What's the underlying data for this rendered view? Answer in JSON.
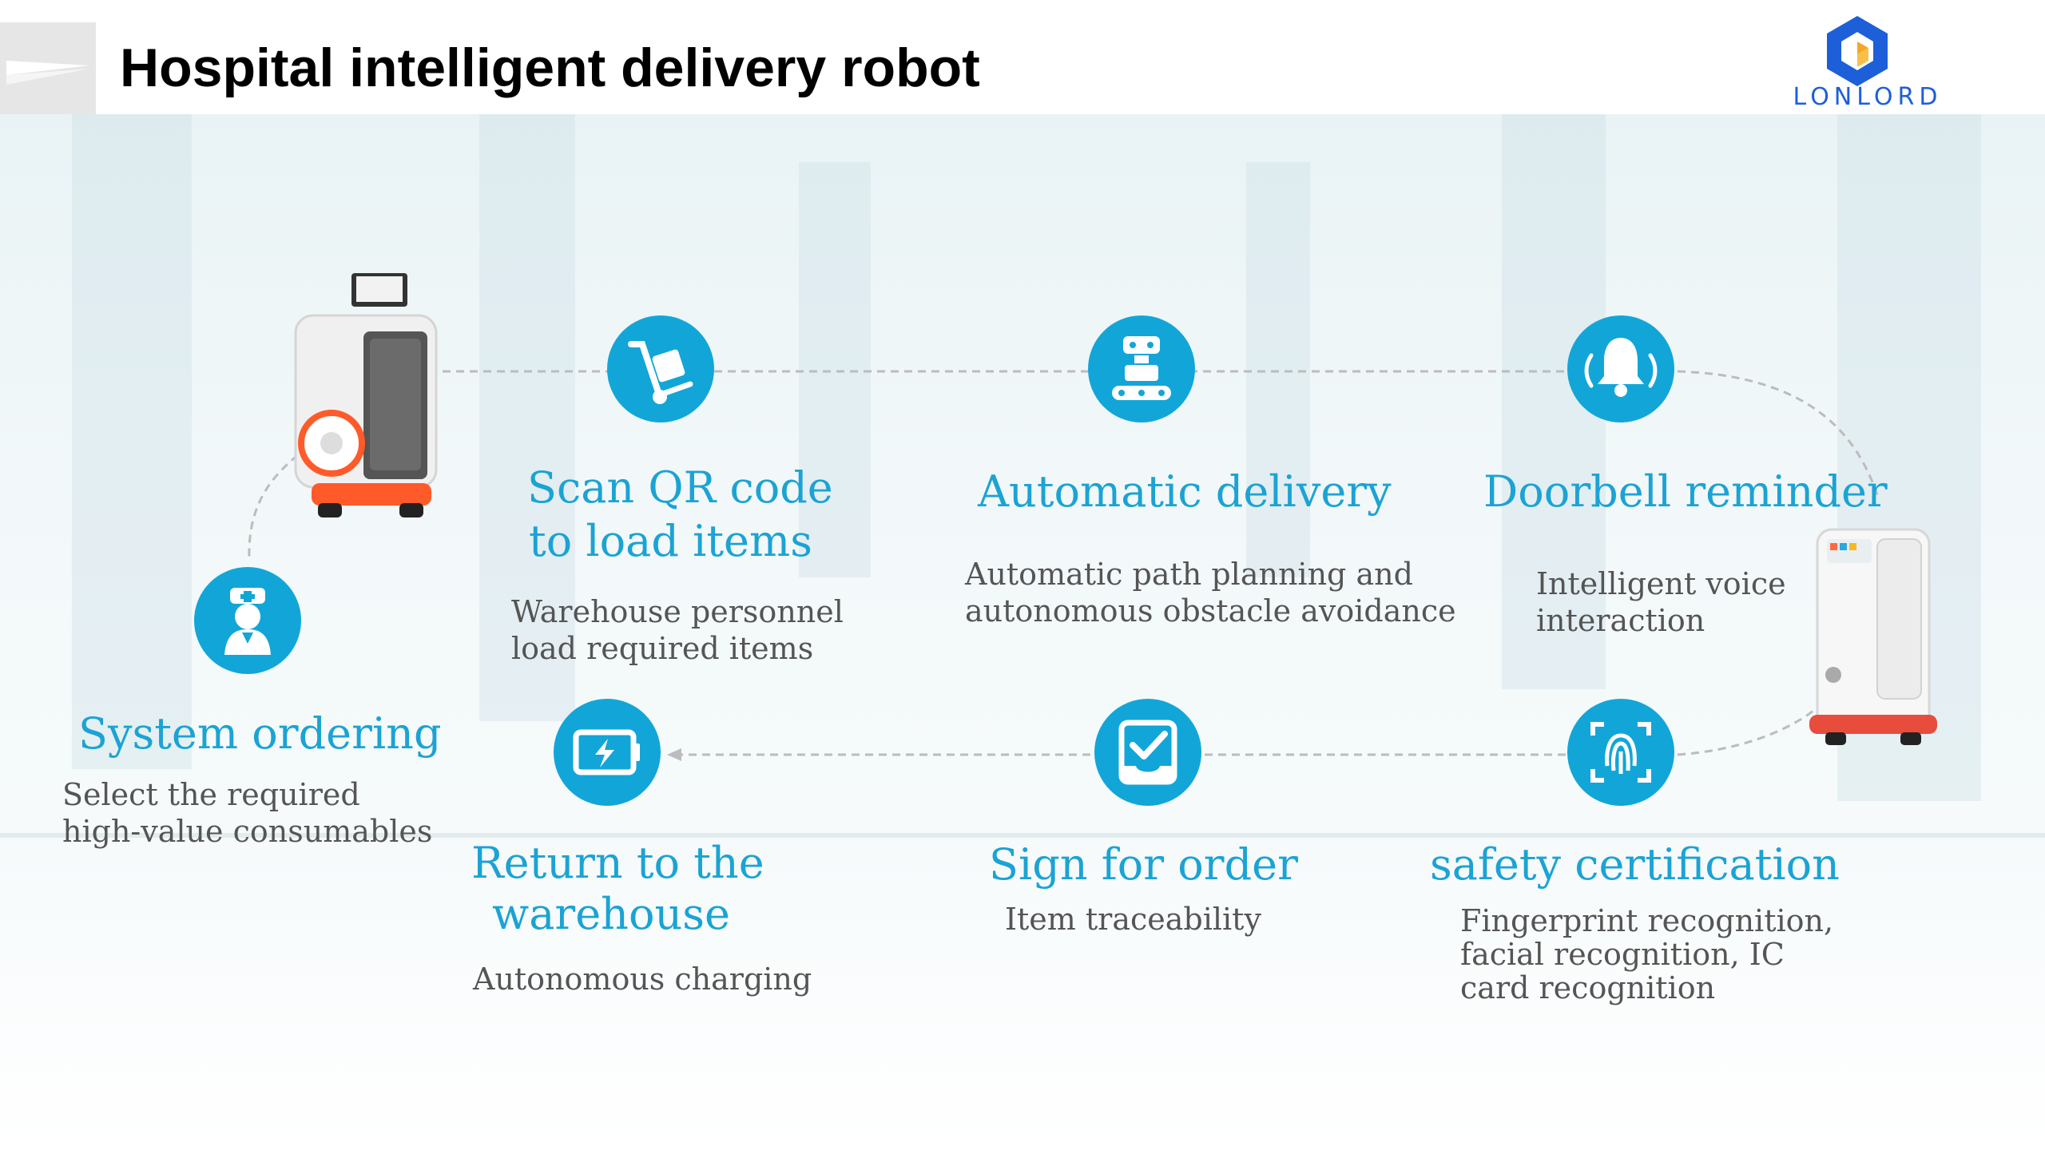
{
  "header": {
    "title": "Hospital intelligent delivery robot"
  },
  "logo": {
    "text": "LONLORD",
    "color": "#1d5fd8",
    "accent": "#f5a623"
  },
  "colors": {
    "icon_fill": "#12a6d8",
    "step_title": "#1ba3d4",
    "description": "#555555",
    "connector": "#bcbcbc"
  },
  "steps": [
    {
      "icon": "nurse-icon",
      "title": "System ordering",
      "desc": [
        "Select the required",
        "high-value consumables"
      ]
    },
    {
      "icon": "hand-truck-icon",
      "title": [
        "Scan QR code",
        "to load items"
      ],
      "desc": [
        "Warehouse personnel",
        "load required items"
      ]
    },
    {
      "icon": "conveyor-robot-icon",
      "title": "Automatic delivery",
      "desc": [
        "Automatic path planning and",
        "autonomous obstacle avoidance"
      ]
    },
    {
      "icon": "bell-icon",
      "title": "Doorbell reminder",
      "desc": [
        "Intelligent voice",
        "interaction"
      ]
    },
    {
      "icon": "fingerprint-icon",
      "title": "safety certification",
      "desc": [
        "Fingerprint recognition,",
        "facial recognition, IC",
        "card recognition"
      ]
    },
    {
      "icon": "check-tray-icon",
      "title": "Sign for order",
      "desc": [
        "Item traceability"
      ]
    },
    {
      "icon": "battery-charging-icon",
      "title": [
        "Return to the",
        "warehouse"
      ],
      "desc": [
        "Autonomous charging"
      ]
    }
  ]
}
